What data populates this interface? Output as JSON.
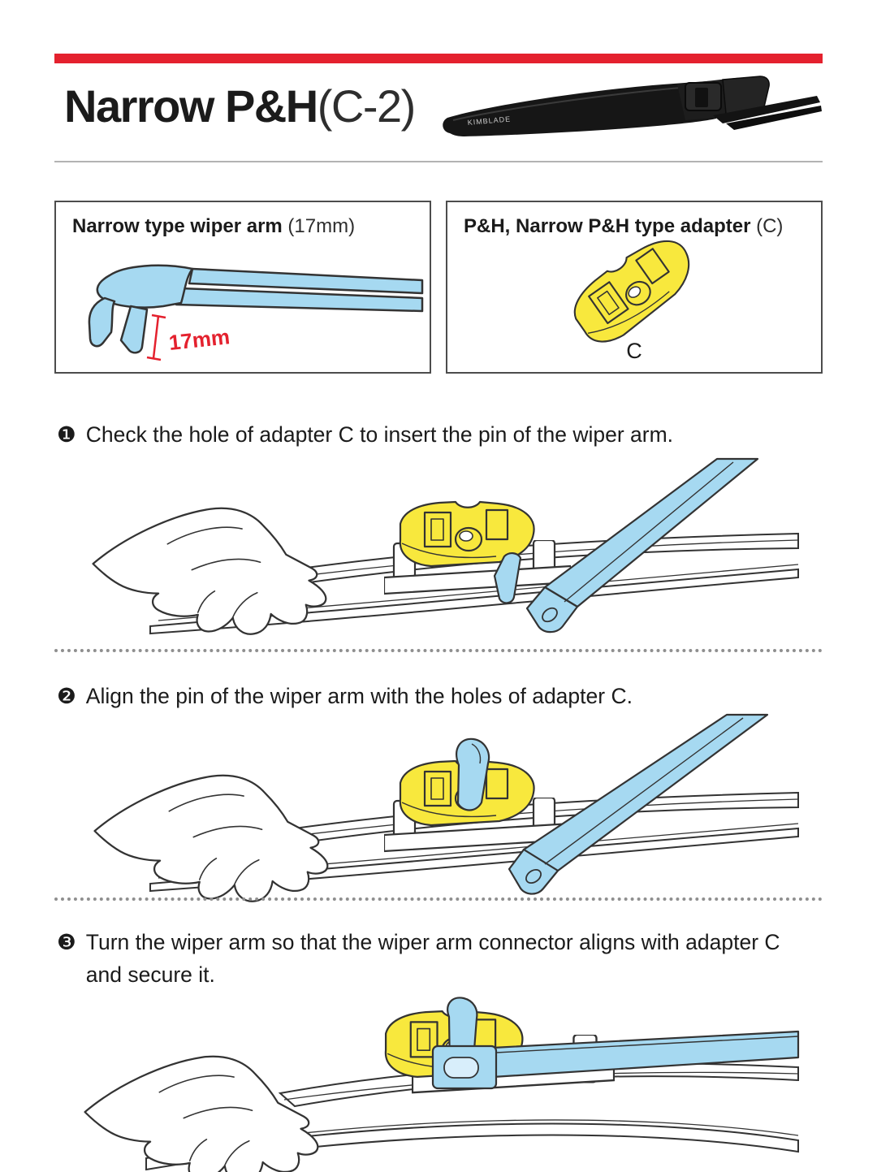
{
  "header": {
    "title_main": "Narrow P&H",
    "title_suffix": "(C-2)",
    "brand": "KIMBLADE"
  },
  "colors": {
    "accent_red": "#e4212e",
    "arm_blue": "#a6d9f1",
    "adapter_yellow": "#f8e83d",
    "outline_dark": "#333333",
    "rule_gray": "#b3b3b3",
    "dot_gray": "#8f8f8f",
    "text_dark": "#1e1e1e"
  },
  "panels": [
    {
      "title_main": "Narrow type wiper arm",
      "title_suffix": " (17mm)",
      "annotation": "17mm"
    },
    {
      "title_main": "P&H, Narrow P&H type adapter",
      "title_suffix": " (C)",
      "part_label": "C"
    }
  ],
  "steps": [
    {
      "number": "❶",
      "text": "Check the hole of adapter C to insert the pin of the wiper arm."
    },
    {
      "number": "❷",
      "text": "Align the pin of the wiper arm with the holes of adapter C."
    },
    {
      "number": "❸",
      "text": "Turn the wiper arm so that the wiper arm connector aligns with adapter C and secure it."
    }
  ],
  "figures": {
    "header_photo": "black-wiper-blade-product-photo",
    "panel_left": "narrow-wiper-arm-line-drawing",
    "panel_right": "adapter-c-line-drawing",
    "step1": "hand-holding-blade-arm-pin-above-adapter",
    "step2": "hand-holding-blade-arm-pin-aligned-with-adapter",
    "step3": "hand-holding-blade-arm-secured-on-adapter"
  }
}
